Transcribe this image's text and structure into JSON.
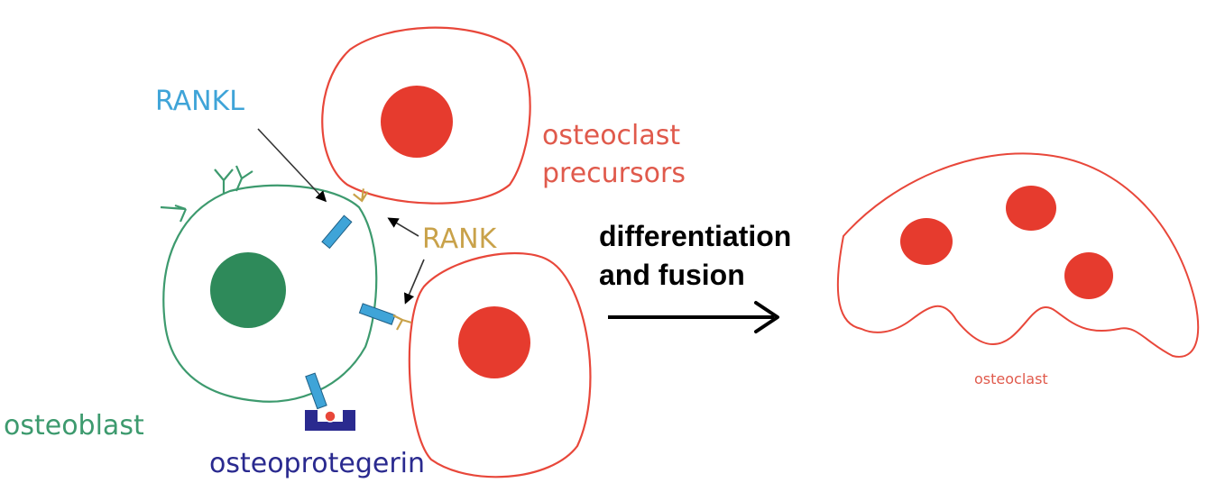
{
  "labels": {
    "rankl": "RANKL",
    "rank": "RANK",
    "osteoclast_precursors_line1": "osteoclast",
    "osteoclast_precursors_line2": "precursors",
    "osteoblast": "osteoblast",
    "osteoprotegerin": "osteoprotegerin",
    "process_line1": "differentiation",
    "process_line2": "and fusion",
    "osteoclast": "osteoclast"
  },
  "colors": {
    "osteoclast": "#e8473a",
    "osteoclast_text": "#e05a4c",
    "nucleus_red": "#e63b2e",
    "osteoblast": "#3d9a6e",
    "osteoblast_nucleus": "#2e8a5a",
    "rankl": "#3fa4d8",
    "rank": "#c9a24a",
    "osteoprotegerin": "#2a2a8f",
    "arrow": "#000000",
    "pointer": "#333333"
  },
  "icons": {
    "main_arrow": "arrow-right-icon",
    "pointer_arrow": "arrow-pointer-icon"
  }
}
